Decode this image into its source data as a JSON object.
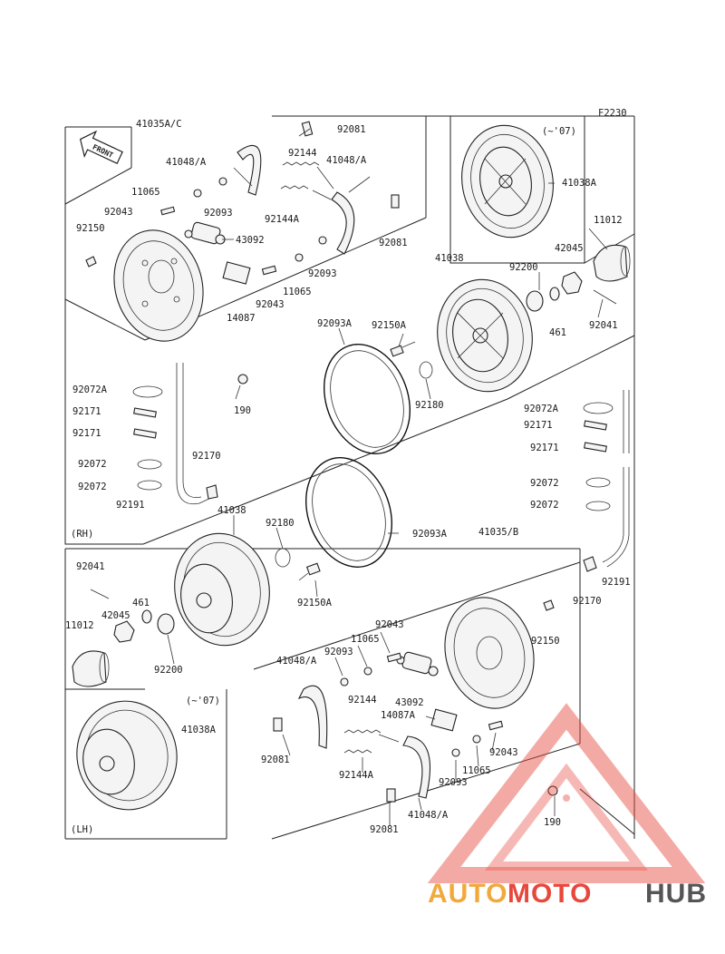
{
  "diagram": {
    "code": "F2230",
    "front_label": "FRONT",
    "section_rh": "(RH)",
    "section_lh": "(LH)",
    "model_note_top": "(~'07)",
    "model_note_bottom": "(~'07)",
    "labels": [
      "41035A/C",
      "92081",
      "41048/A",
      "92144",
      "41048/A",
      "11065",
      "92093",
      "92043",
      "92150",
      "43092",
      "92144A",
      "92081",
      "92093",
      "41038",
      "14087",
      "92043",
      "11065",
      "92200",
      "42045",
      "11012",
      "461",
      "92041",
      "92093A",
      "92150A",
      "190",
      "92180",
      "92072A",
      "92171",
      "92171",
      "92072",
      "92072",
      "92191",
      "92170",
      "92072A",
      "92171",
      "92171",
      "92072",
      "92072",
      "41038",
      "92180",
      "92093A",
      "41035/B",
      "92041",
      "461",
      "11012",
      "42045",
      "92200",
      "92150A",
      "92191",
      "92170",
      "92043",
      "11065",
      "92093",
      "41048/A",
      "92150",
      "92144",
      "43092",
      "14087A",
      "92043",
      "11065",
      "92093",
      "92081",
      "92144A",
      "41048/A",
      "92081",
      "190",
      "41038A",
      "41038A"
    ]
  },
  "watermark": {
    "part1": "AUTO",
    "part2": "MOTO",
    "part3": "HUB",
    "colors": {
      "auto": "#f2a93b",
      "moto": "#e8483c",
      "hub": "#555555"
    }
  }
}
